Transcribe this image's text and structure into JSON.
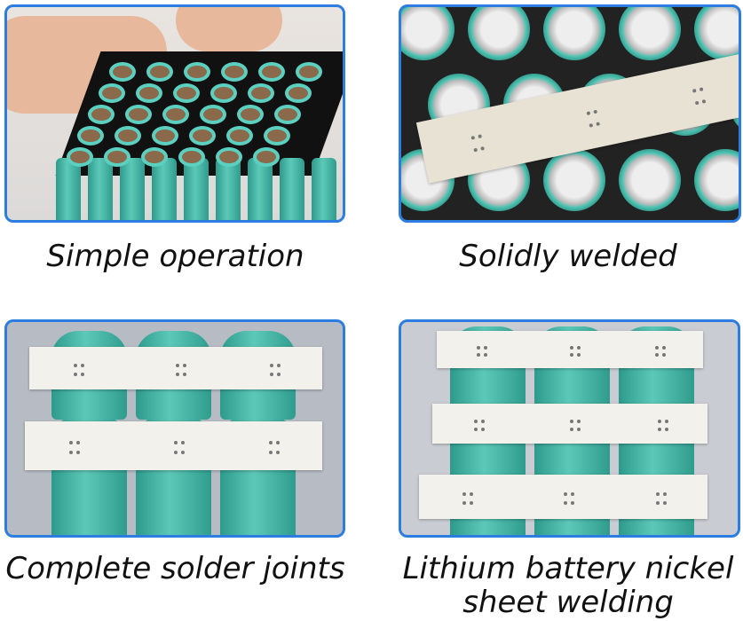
{
  "panels": [
    {
      "caption": "Simple operation"
    },
    {
      "caption": "Solidly welded"
    },
    {
      "caption": "Complete solder joints"
    },
    {
      "caption_line1": "Lithium battery nickel",
      "caption_line2": "sheet welding"
    }
  ],
  "colors": {
    "frame": "#2b7de0",
    "cell": "#4fbfae",
    "nickel": "#f3f1ec"
  }
}
